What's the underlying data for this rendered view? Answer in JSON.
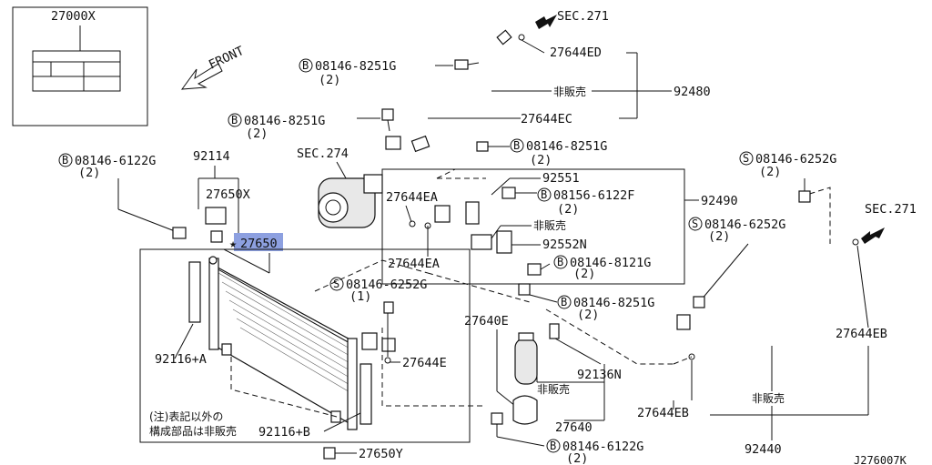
{
  "labels": {
    "label_box": "27000X",
    "front": "FRONT",
    "sec271_top": "SEC.271",
    "sec271_right": "SEC.271",
    "sec274": "SEC.274",
    "p27644ED": "27644ED",
    "p92480": "92480",
    "hanbai1": "非販売",
    "b8251_a": "08146-8251G",
    "b8251_a_q": "(2)",
    "b8251_b": "08146-8251G",
    "b8251_b_q": "(2)",
    "p27644EC": "27644EC",
    "b8251_c": "08146-8251G",
    "b8251_c_q": "(2)",
    "b6122_a": "08146-6122G",
    "b6122_a_q": "(2)",
    "p92114": "92114",
    "p27650X": "27650X",
    "p27650": "27650",
    "star": "★",
    "p27644EA_1": "27644EA",
    "p27644EA_2": "27644EA",
    "p92551": "92551",
    "b6122F": "08156-6122F",
    "b6122F_q": "(2)",
    "p92490": "92490",
    "hanbai2": "非販売",
    "p92552N": "92552N",
    "b8121": "08146-8121G",
    "b8121_q": "(2)",
    "s6252_a": "08146-6252G",
    "s6252_a_q": "(2)",
    "s6252_b": "08146-6252G",
    "s6252_b_q": "(2)",
    "s6252_c": "08146-6252G",
    "s6252_c_q": "(1)",
    "b8251_d": "08146-8251G",
    "b8251_d_q": "(2)",
    "p27640E": "27640E",
    "p27644E": "27644E",
    "p92116A": "92116+A",
    "p92136N": "92136N",
    "hanbai3": "非販売",
    "p27640": "27640",
    "p27644EB_1": "27644EB",
    "p27644EB_2": "27644EB",
    "hanbai4": "非販売",
    "p92440": "92440",
    "note_1": "(注)表記以外の",
    "note_2": "構成部品は非販売",
    "p92116B": "92116+B",
    "p27650Y": "27650Y",
    "b6122_b": "08146-6122G",
    "b6122_b_q": "(2)",
    "diagram_id": "J276007K",
    "circle_b": "B",
    "circle_s": "S"
  },
  "colors": {
    "highlight": "#8da0e0",
    "ink": "#111111"
  }
}
